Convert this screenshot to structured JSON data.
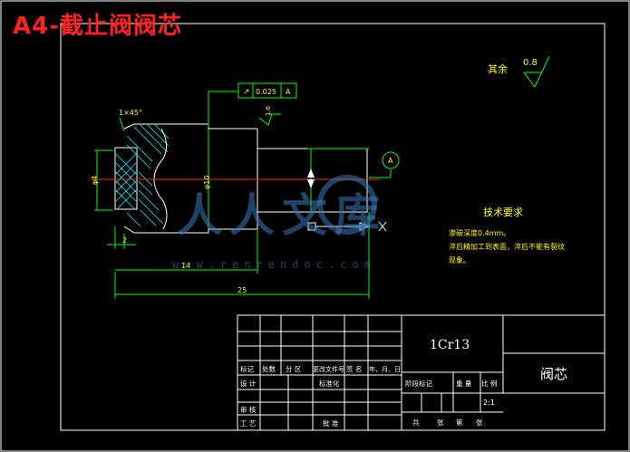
{
  "title": "A4-截止阀阀芯",
  "colors": {
    "background": "#000000",
    "frame": "#ffffff",
    "part": "#ffffff",
    "dimension": "#00ff00",
    "centerline": "#ff2020",
    "hatch": "#00ffff",
    "annotation": "#ffff00",
    "title_red": "#ff2020",
    "watermark": "#3a7ab8"
  },
  "roughness": {
    "label": "其余",
    "value": "0.8"
  },
  "tolerance_frame": {
    "symbol": "↗",
    "value": "0.025",
    "datum": "A"
  },
  "surface_finish_callout": "1.6",
  "chamfer_label": "1×45°",
  "datum_label": "A",
  "dimensions": {
    "dia_left": "φ4",
    "dia_mid": "φ10",
    "len_2": "2",
    "len_14": "14",
    "len_25": "25"
  },
  "technical_requirements": {
    "heading": "技术要求",
    "lines": [
      "渗碳深度0.4mm。",
      "淬后精加工到表面，淬后不能有裂纹",
      "现象。"
    ]
  },
  "watermark": {
    "text": "人人文库",
    "url": "www.renrendoc.com"
  },
  "title_block": {
    "material": "1Cr13",
    "part_name": "阀芯",
    "scale": "2:1",
    "row_labels": {
      "marks": "标记",
      "count": "处数",
      "zone": "分 区",
      "doc_no": "更改文件号",
      "sign": "签 名",
      "date": "年、月、日",
      "design": "设 计",
      "standardize": "标准化",
      "review": "审 核",
      "process": "工 艺",
      "approve": "批 准"
    },
    "stage_labels": {
      "stage": "阶段标记",
      "weight": "重 量",
      "scale_h": "比 例"
    },
    "sheet_labels": {
      "total": "共",
      "sheets": "张",
      "sheet_no": "第",
      "sheet": "张"
    }
  }
}
